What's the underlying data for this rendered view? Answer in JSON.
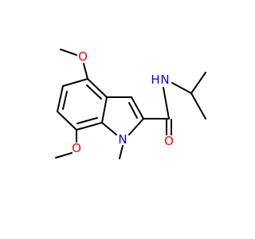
{
  "molecule": {
    "atoms": {
      "o_top": {
        "symbol": "O",
        "color": "#ff0000"
      },
      "o_bottom": {
        "symbol": "O",
        "color": "#ff0000"
      },
      "o_carbonyl": {
        "symbol": "O",
        "color": "#ff0000"
      },
      "n_ring": {
        "symbol": "N",
        "color": "#0000ff"
      },
      "n_amide": {
        "symbol": "N",
        "color": "#0000ff"
      },
      "h_amide": {
        "symbol": "H",
        "color": "#0000ff"
      }
    }
  }
}
